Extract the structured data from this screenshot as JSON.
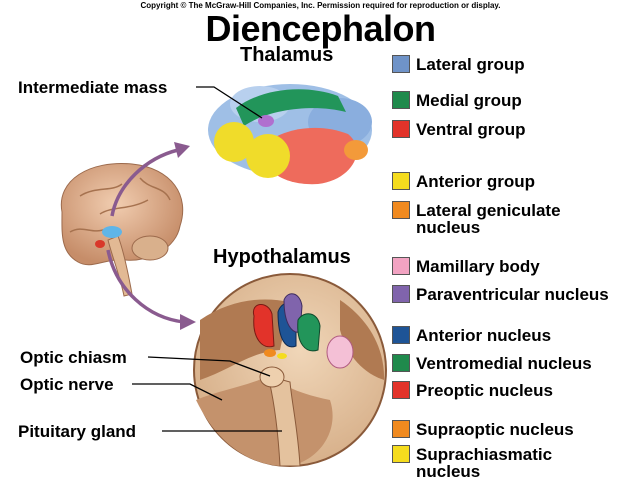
{
  "header": {
    "copyright": "Copyright © The McGraw-Hill Companies, Inc. Permission required for reproduction or display.",
    "title": "Diencephalon"
  },
  "thalamus": {
    "heading": "Thalamus",
    "pointer_label": "Intermediate mass"
  },
  "hypothalamus": {
    "heading": "Hypothalamus",
    "labels": {
      "optic_chiasm": "Optic chiasm",
      "optic_nerve": "Optic nerve",
      "pituitary_gland": "Pituitary gland"
    }
  },
  "legend": [
    {
      "label": "Lateral group",
      "color": "#6f93c8"
    },
    {
      "label": "Medial group",
      "color": "#1f8a4c"
    },
    {
      "label": "Ventral group",
      "color": "#e2332a"
    },
    {
      "label": "Anterior group",
      "color": "#f5dc1e"
    },
    {
      "label": "Lateral geniculate",
      "label2": "nucleus",
      "color": "#f08a1f"
    },
    {
      "label": "Mamillary body",
      "color": "#f2a3c2"
    },
    {
      "label": "Paraventricular nucleus",
      "color": "#8064ac"
    },
    {
      "label": "Anterior nucleus",
      "color": "#1e5496"
    },
    {
      "label": "Ventromedial nucleus",
      "color": "#1f8a4c"
    },
    {
      "label": "Preoptic nucleus",
      "color": "#e2332a"
    },
    {
      "label": "Supraoptic nucleus",
      "color": "#f08a1f"
    },
    {
      "label": "Suprachiasmatic",
      "label2": "nucleus",
      "color": "#f5dc1e"
    }
  ]
}
